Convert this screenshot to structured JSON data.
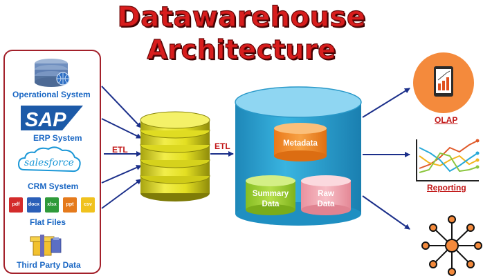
{
  "title": {
    "line1": "Datawarehouse",
    "line2": "Architecture"
  },
  "sources": [
    {
      "label": "Operational System",
      "icon": "database-globe-icon"
    },
    {
      "label": "ERP System",
      "icon": "sap-logo",
      "logo_text": "SAP"
    },
    {
      "label": "CRM System",
      "icon": "salesforce-logo",
      "logo_text": "salesforce"
    },
    {
      "label": "Flat Files",
      "icon": "file-icons"
    },
    {
      "label": "Third Party Data",
      "icon": "archive-icon"
    }
  ],
  "file_types": [
    "pdf",
    "docx",
    "xlsx",
    "ppt",
    "csv"
  ],
  "etl": {
    "left_label": "ETL",
    "right_label": "ETL"
  },
  "warehouse": {
    "metadata": "Metadata",
    "summary": [
      "Summary",
      "Data"
    ],
    "raw": [
      "Raw",
      "Data"
    ]
  },
  "outputs": [
    {
      "label": "OLAP",
      "icon": "tablet-chart-icon"
    },
    {
      "label": "Reporting",
      "icon": "line-chart-icon"
    },
    {
      "label": "",
      "icon": "network-hub-icon"
    }
  ],
  "colors": {
    "title": "#d81d1d",
    "source_label": "#1a67c4",
    "arrow": "#1b2f8a",
    "staging": "#e0dc21",
    "warehouse": "#2aa3d2",
    "metadata": "#f08a1e",
    "summary": "#9bcf2f",
    "raw": "#f2a8b2",
    "olap": "#f48a3c"
  }
}
